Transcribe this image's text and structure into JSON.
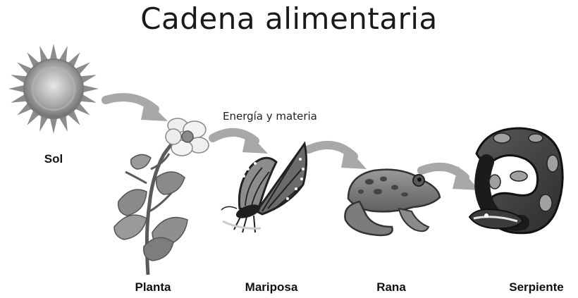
{
  "title": "Cadena alimentaria",
  "flow_label": "Energía y materia",
  "nodes": [
    {
      "id": "sol",
      "label": "Sol",
      "icon": "sun-icon"
    },
    {
      "id": "planta",
      "label": "Planta",
      "icon": "plant-icon"
    },
    {
      "id": "mariposa",
      "label": "Mariposa",
      "icon": "butterfly-icon"
    },
    {
      "id": "rana",
      "label": "Rana",
      "icon": "frog-icon"
    },
    {
      "id": "serpiente",
      "label": "Serpiente",
      "icon": "snake-icon"
    }
  ],
  "arrows": [
    {
      "from": "sol",
      "to": "planta"
    },
    {
      "from": "planta",
      "to": "mariposa"
    },
    {
      "from": "mariposa",
      "to": "rana"
    },
    {
      "from": "rana",
      "to": "serpiente"
    }
  ],
  "colors": {
    "arrow": "#a8a8a8",
    "text": "#111111",
    "background": "#ffffff"
  }
}
